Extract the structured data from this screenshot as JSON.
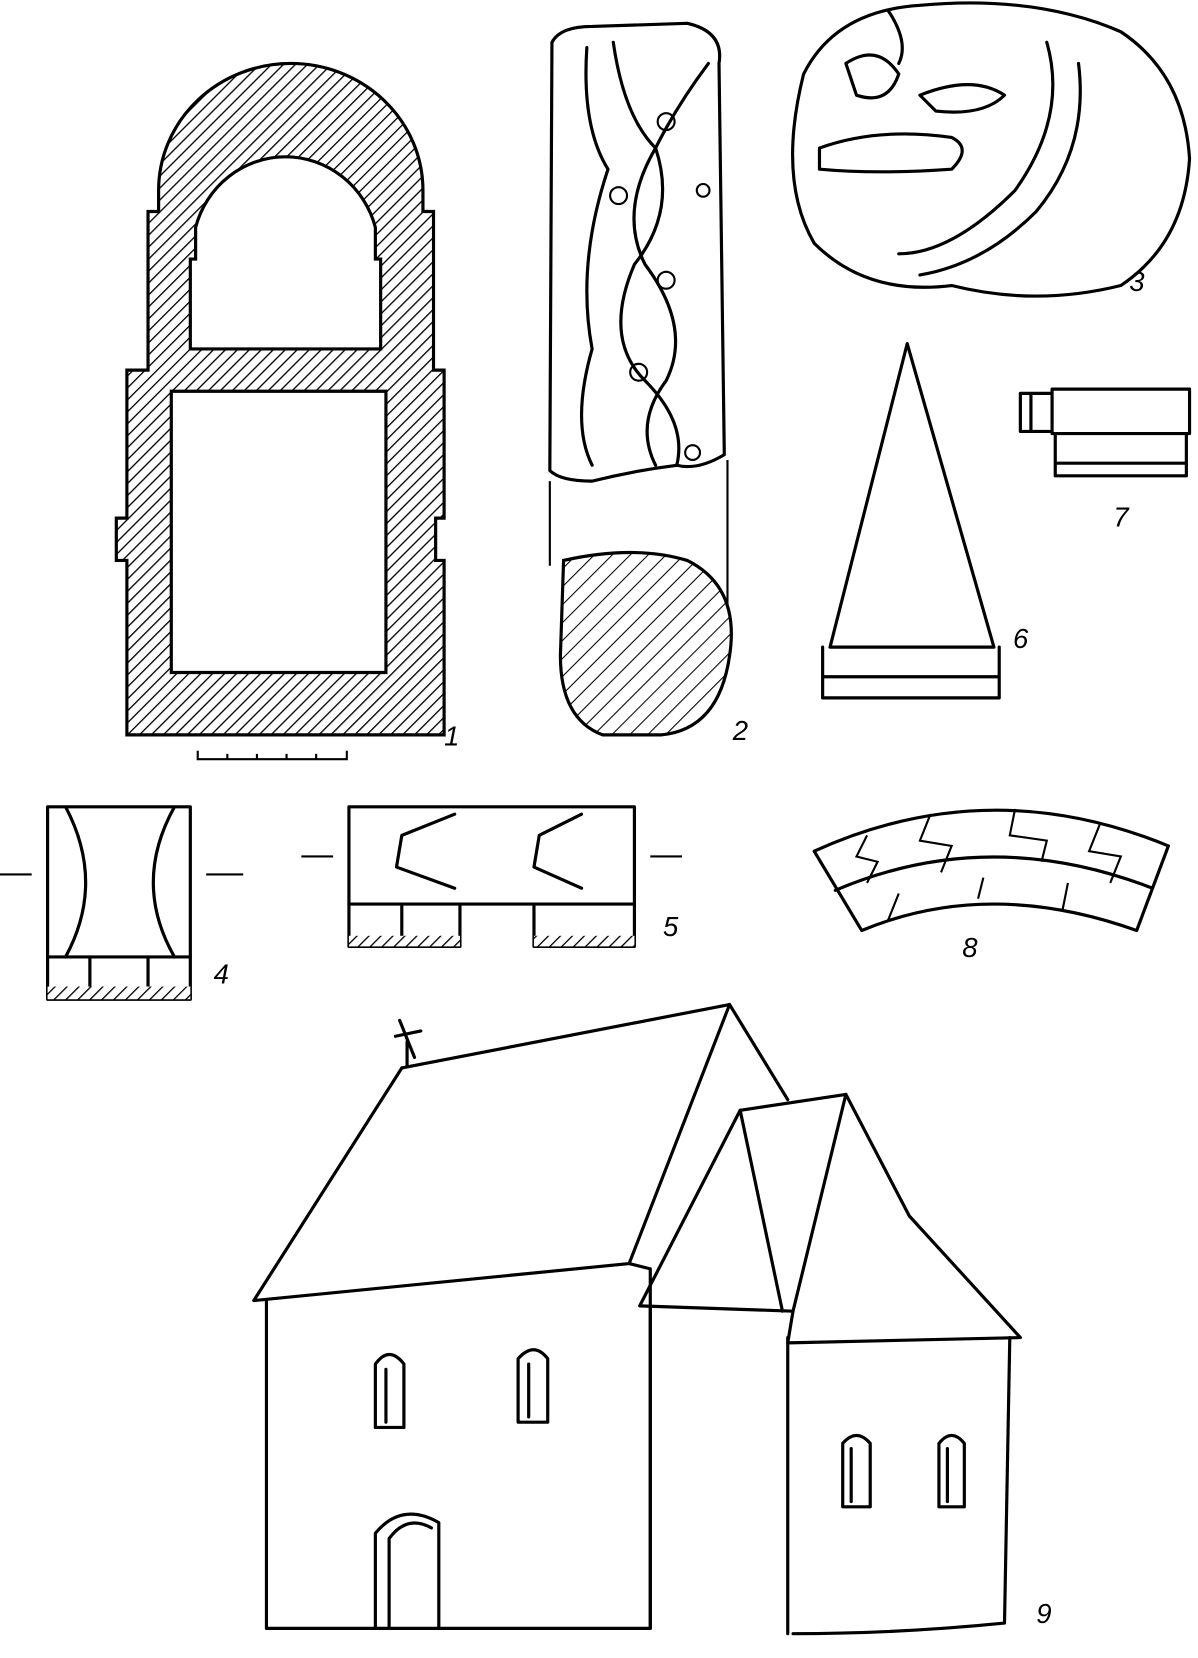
{
  "figure_labels": [
    "1",
    "2",
    "3",
    "4",
    "5",
    "6",
    "7",
    "8",
    "9"
  ],
  "colors": {
    "ink": "#000000",
    "paper": "#ffffff"
  }
}
